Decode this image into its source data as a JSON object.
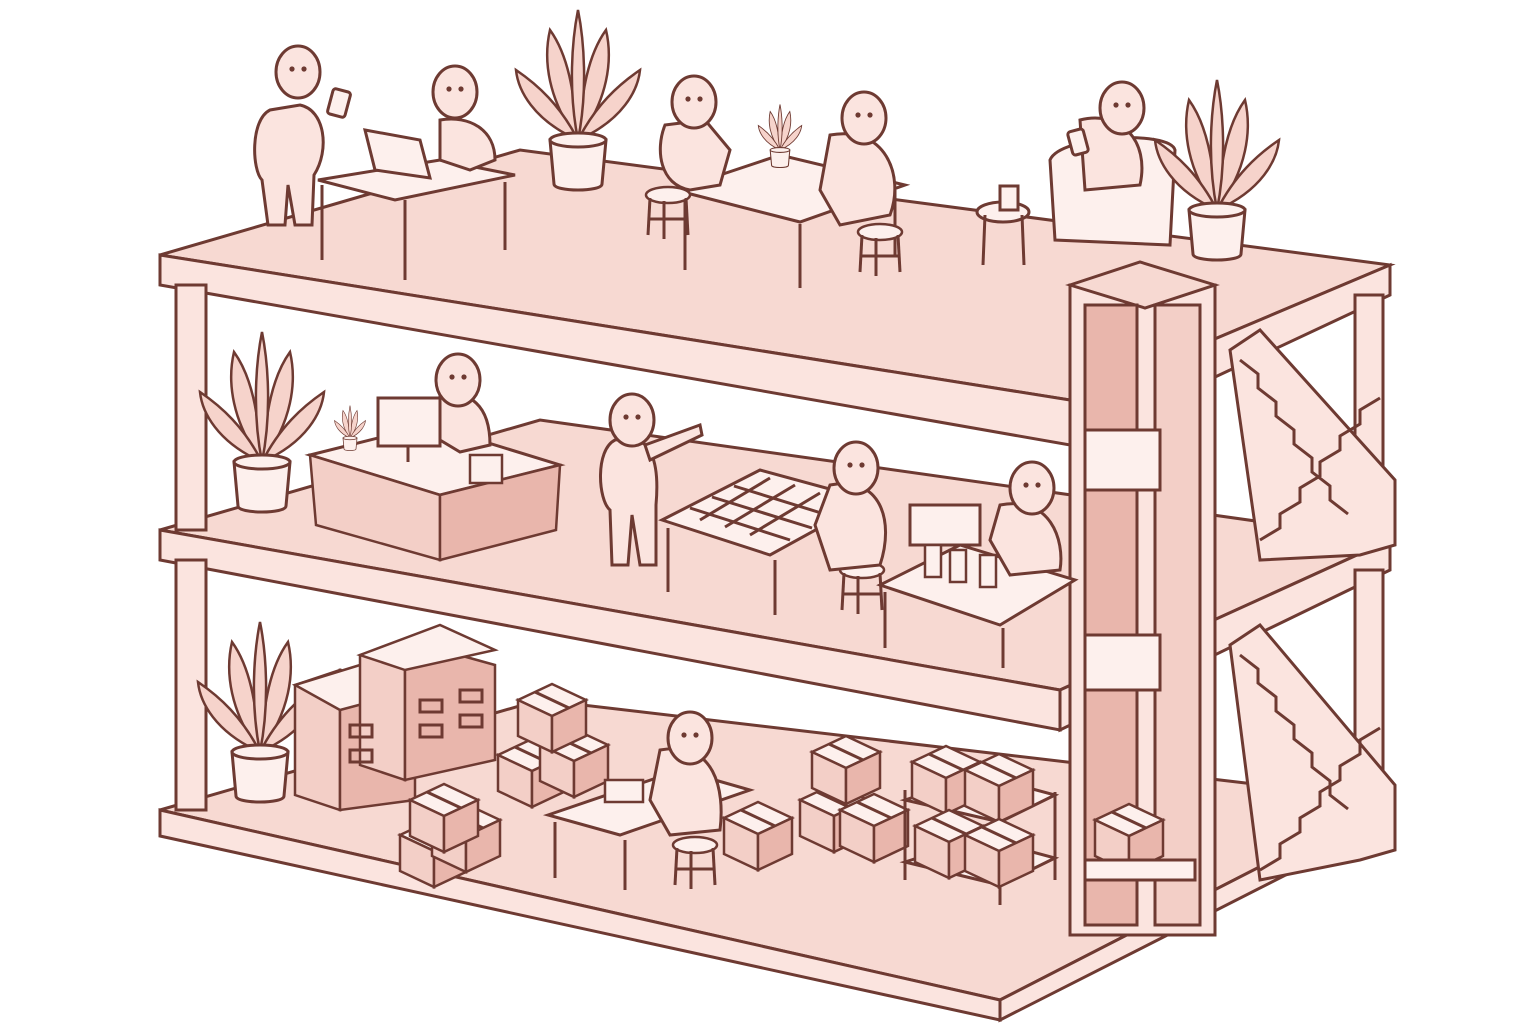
{
  "image": {
    "subject": "isometric-cutaway-three-storey-building",
    "palette": {
      "line": "#6e3a32",
      "fill_light": "#fbe4df",
      "fill_mid": "#f3cfc7",
      "fill_dark": "#e9b6ac",
      "shadow": "#dba79d",
      "leaf": "#f6d3cb",
      "white": "#ffffff"
    },
    "floors": [
      {
        "level": "top",
        "scene": "office-lounge",
        "people": 5,
        "plants": 3
      },
      {
        "level": "middle",
        "scene": "workshop",
        "people": 4,
        "plants": 2
      },
      {
        "level": "ground",
        "scene": "storage",
        "people": 1,
        "plants": 1
      }
    ],
    "structures": [
      "freight-elevator",
      "staircase"
    ]
  }
}
